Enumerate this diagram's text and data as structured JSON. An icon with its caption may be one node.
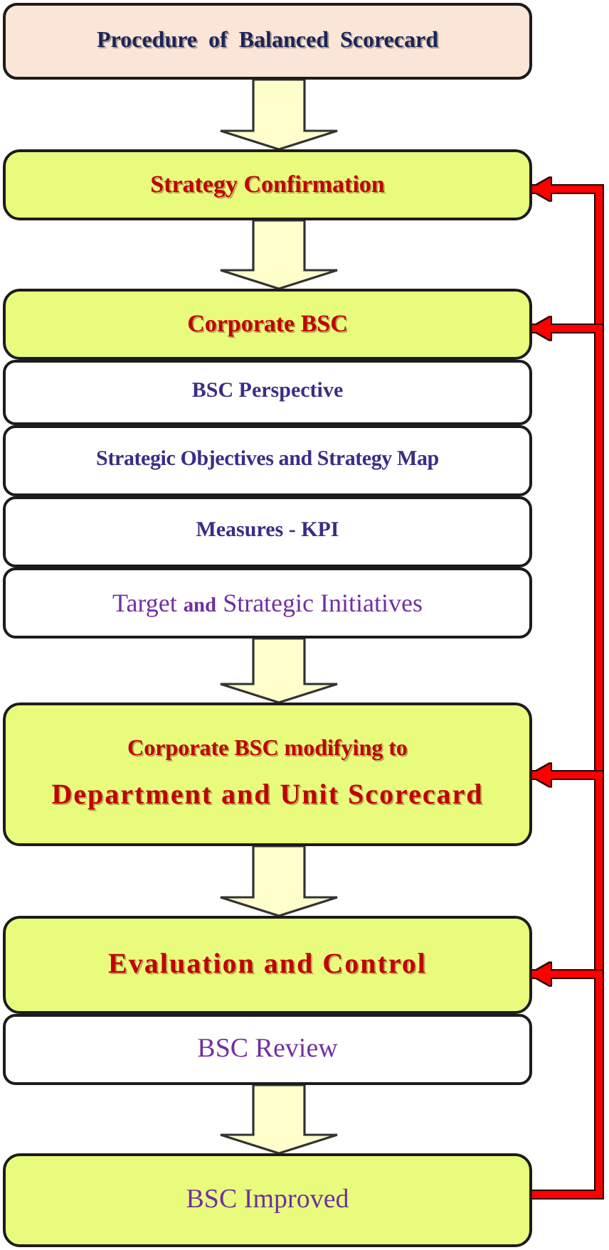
{
  "diagram": {
    "nodes": [
      {
        "text": [
          "Procedure of Balanced Scorecard"
        ]
      },
      {
        "text": [
          "Strategy Confirmation"
        ]
      },
      {
        "text": [
          "Corporate BSC"
        ]
      },
      {
        "text": [
          "BSC Perspective"
        ]
      },
      {
        "text": [
          "Strategic Objectives and Strategy Map"
        ]
      },
      {
        "text": [
          "Measures - KPI"
        ]
      },
      {
        "text": [
          "Target **and** Strategic Initiatives"
        ]
      },
      {
        "text": [
          "Corporate BSC modifying to",
          "Department and Unit Scorecard"
        ]
      },
      {
        "text": [
          "Evaluation and Control"
        ]
      },
      {
        "text": [
          "BSC Review"
        ]
      },
      {
        "text": [
          "BSC Improved"
        ]
      }
    ],
    "edges": [
      {
        "from": 0,
        "to": 1,
        "arrow": "to"
      },
      {
        "from": 1,
        "to": 2,
        "arrow": "to"
      },
      {
        "from": 6,
        "to": 7,
        "arrow": "to"
      },
      {
        "from": 7,
        "to": 8,
        "arrow": "to"
      },
      {
        "from": 9,
        "to": 10,
        "arrow": "to"
      },
      {
        "from": 10,
        "to": 1,
        "arrow": "to",
        "color": "#ff0000"
      },
      {
        "from": 10,
        "to": 2,
        "arrow": "to",
        "color": "#ff0000"
      },
      {
        "from": 10,
        "to": 7,
        "arrow": "to",
        "color": "#ff0000"
      },
      {
        "from": 10,
        "to": 8,
        "arrow": "to",
        "color": "#ff0000"
      }
    ]
  }
}
